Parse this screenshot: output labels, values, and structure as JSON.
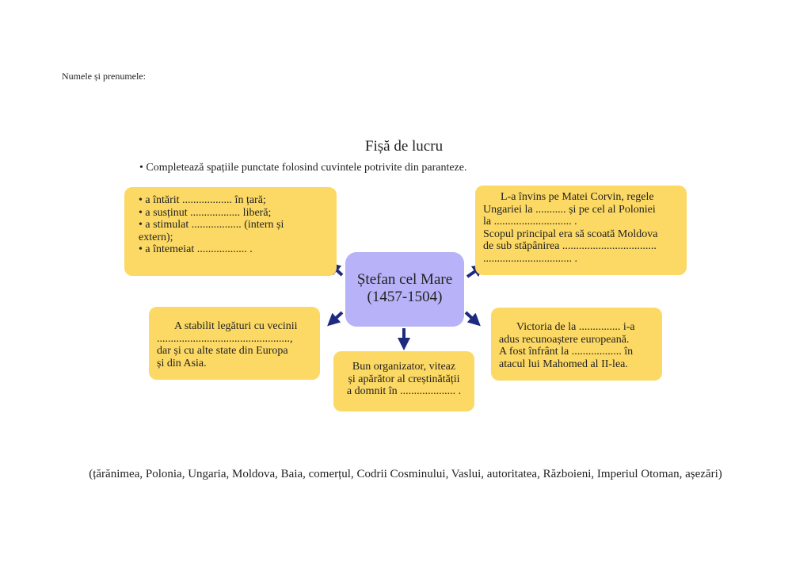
{
  "header": {
    "name_label": "Numele și prenumele:"
  },
  "title": "Fișă de lucru",
  "instruction": "• Completează spațiile punctate folosind cuvintele potrivite din paranteze.",
  "center": {
    "line1": "Ștefan cel Mare",
    "line2": "(1457-1504)"
  },
  "box_top_left": [
    "• a întărit .................. în țară;",
    "• a susținut .................. liberă;",
    "• a stimulat .................. (intern și",
    "extern);",
    "• a întemeiat .................. ."
  ],
  "box_top_right": [
    "L-a învins pe Matei Corvin, regele",
    "Ungariei la ........... și pe cel al Poloniei",
    "la ............................ .",
    "Scopul principal era să scoată Moldova",
    "de sub stăpânirea ..................................",
    "................................ ."
  ],
  "box_mid_left": [
    "A stabilit legături cu vecinii",
    "................................................,",
    "dar și cu alte state din Europa",
    "și din Asia."
  ],
  "box_mid_right": [
    "Victoria de la ............... i-a",
    "adus recunoaștere europeană.",
    "A fost înfrânt la .................. în",
    "atacul lui Mahomed al II-lea."
  ],
  "box_bottom": [
    "Bun organizator, viteaz",
    "și apărător al creștinătății",
    "a  domnit în .................... ."
  ],
  "word_bank": "(țărănimea, Polonia, Ungaria, Moldova, Baia, comerțul, Codrii Cosminului, Vaslui, autoritatea, Războieni, Imperiul Otoman, așezări)",
  "colors": {
    "box": "#fcd964",
    "center": "#b8b2f8",
    "arrow": "#1d2a80"
  }
}
